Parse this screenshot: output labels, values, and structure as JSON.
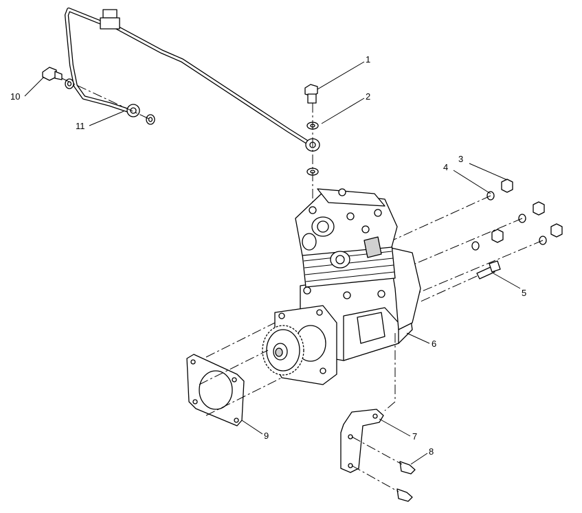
{
  "callouts": [
    {
      "id": "c1",
      "label": "1"
    },
    {
      "id": "c2",
      "label": "2"
    },
    {
      "id": "c3",
      "label": "3"
    },
    {
      "id": "c4",
      "label": "4"
    },
    {
      "id": "c5",
      "label": "5"
    },
    {
      "id": "c6",
      "label": "6"
    },
    {
      "id": "c7",
      "label": "7"
    },
    {
      "id": "c8",
      "label": "8"
    },
    {
      "id": "c9",
      "label": "9"
    },
    {
      "id": "c10",
      "label": "10"
    },
    {
      "id": "c11",
      "label": "11"
    }
  ],
  "colors": {
    "line": "#000000",
    "background": "#ffffff",
    "shade": "#d0d0d0"
  }
}
